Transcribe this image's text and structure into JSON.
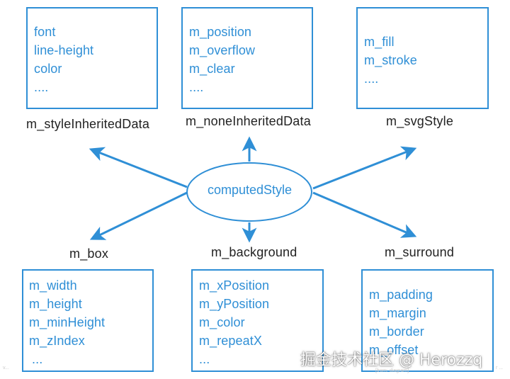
{
  "center": {
    "label": "computedStyle"
  },
  "top_boxes": [
    {
      "label": "m_styleInheritedData",
      "fields": [
        "font",
        "line-height",
        "color",
        "...."
      ]
    },
    {
      "label": "m_noneInheritedData",
      "fields": [
        "m_position",
        "m_overflow",
        "m_clear",
        "...."
      ]
    },
    {
      "label": "m_svgStyle",
      "fields": [
        "m_fill",
        "m_stroke",
        "...."
      ]
    }
  ],
  "bottom_boxes": [
    {
      "label": "m_box",
      "fields": [
        "m_width",
        "m_height",
        "m_minHeight",
        "m_zIndex",
        "..."
      ]
    },
    {
      "label": "m_background",
      "fields": [
        "m_xPosition",
        "m_yPosition",
        "m_color",
        "m_repeatX",
        "..."
      ]
    },
    {
      "label": "m_surround",
      "fields": [
        "m_padding",
        "m_margin",
        "m_border",
        "m_offset"
      ]
    }
  ],
  "colors": {
    "accent": "#2f8fd6",
    "label_text": "#222222"
  },
  "watermark": {
    "text": "掘金技术社区 @ Herozzq"
  },
  "faint_marks": {
    "left": "v...",
    "bottom": "[from: diagram]",
    "right": "r ..."
  }
}
